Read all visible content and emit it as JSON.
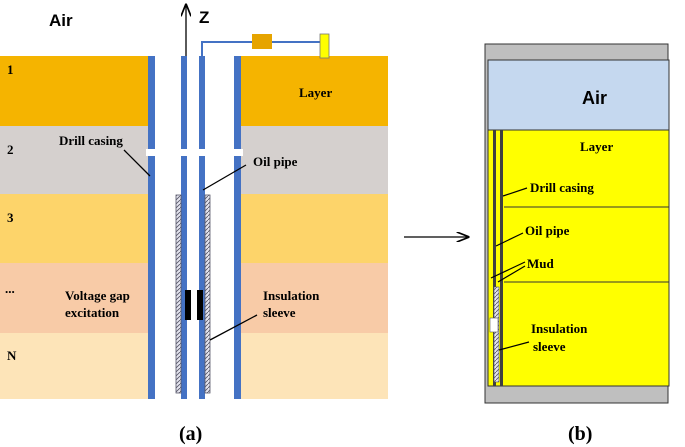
{
  "panel_a": {
    "air": "Air",
    "axis": "Z",
    "layer_numbers": [
      "1",
      "2",
      "3",
      "...",
      "N"
    ],
    "labels": {
      "layer": "Layer",
      "drill_casing": "Drill casing",
      "oil_pipe": "Oil pipe",
      "voltage_gap_line1": "Voltage gap",
      "voltage_gap_line2": "excitation",
      "insulation_line1": "Insulation",
      "insulation_line2": "sleeve"
    },
    "layer_colors": [
      "#f5b400",
      "#d5d0ce",
      "#fdd46a",
      "#f8cba7",
      "#fde4b8"
    ],
    "caption": "(a)"
  },
  "panel_b": {
    "air": "Air",
    "labels": {
      "layer": "Layer",
      "drill_casing": "Drill casing",
      "oil_pipe": "Oil pipe",
      "mud": "Mud",
      "insulation_line1": "Insulation",
      "insulation_line2": "sleeve"
    },
    "colors": {
      "air": "#c5d8ef",
      "layer": "#ffff00",
      "frame": "#bfbfbf"
    },
    "caption": "(b)"
  }
}
